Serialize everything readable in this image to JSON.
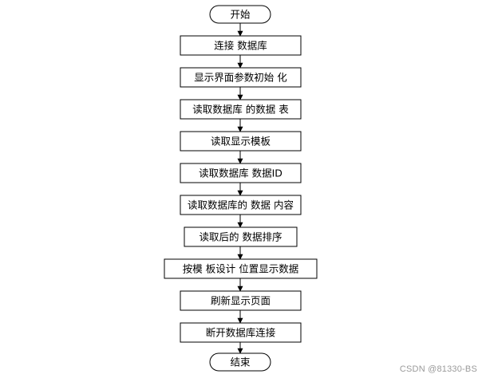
{
  "flowchart": {
    "start": "开始",
    "steps": [
      "连接 数据库",
      "显示界面参数初始 化",
      "读取数据库 的数据 表",
      "读取显示模板",
      "读取数据库 数据ID",
      "读取数据库的 数据 内容",
      "读取后的 数据排序",
      "按模 板设计 位置显示数据",
      "刷新显示页面",
      "断开数据库连接"
    ],
    "end": "结束"
  },
  "footer": {
    "watermark": "CSDN @81330-BS"
  }
}
